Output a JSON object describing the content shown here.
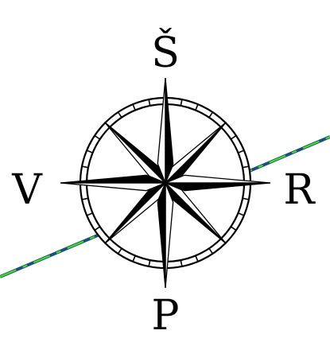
{
  "compass": {
    "north_label": "Š",
    "south_label": "P",
    "east_label": "R",
    "west_label": "V",
    "rose_color": "#000000",
    "background_color": "#ffffff",
    "ring_count": 2,
    "tick_count": 32
  },
  "line": {
    "colors": [
      "#1d4f7c",
      "#44dd22"
    ],
    "pattern": "dashed"
  }
}
